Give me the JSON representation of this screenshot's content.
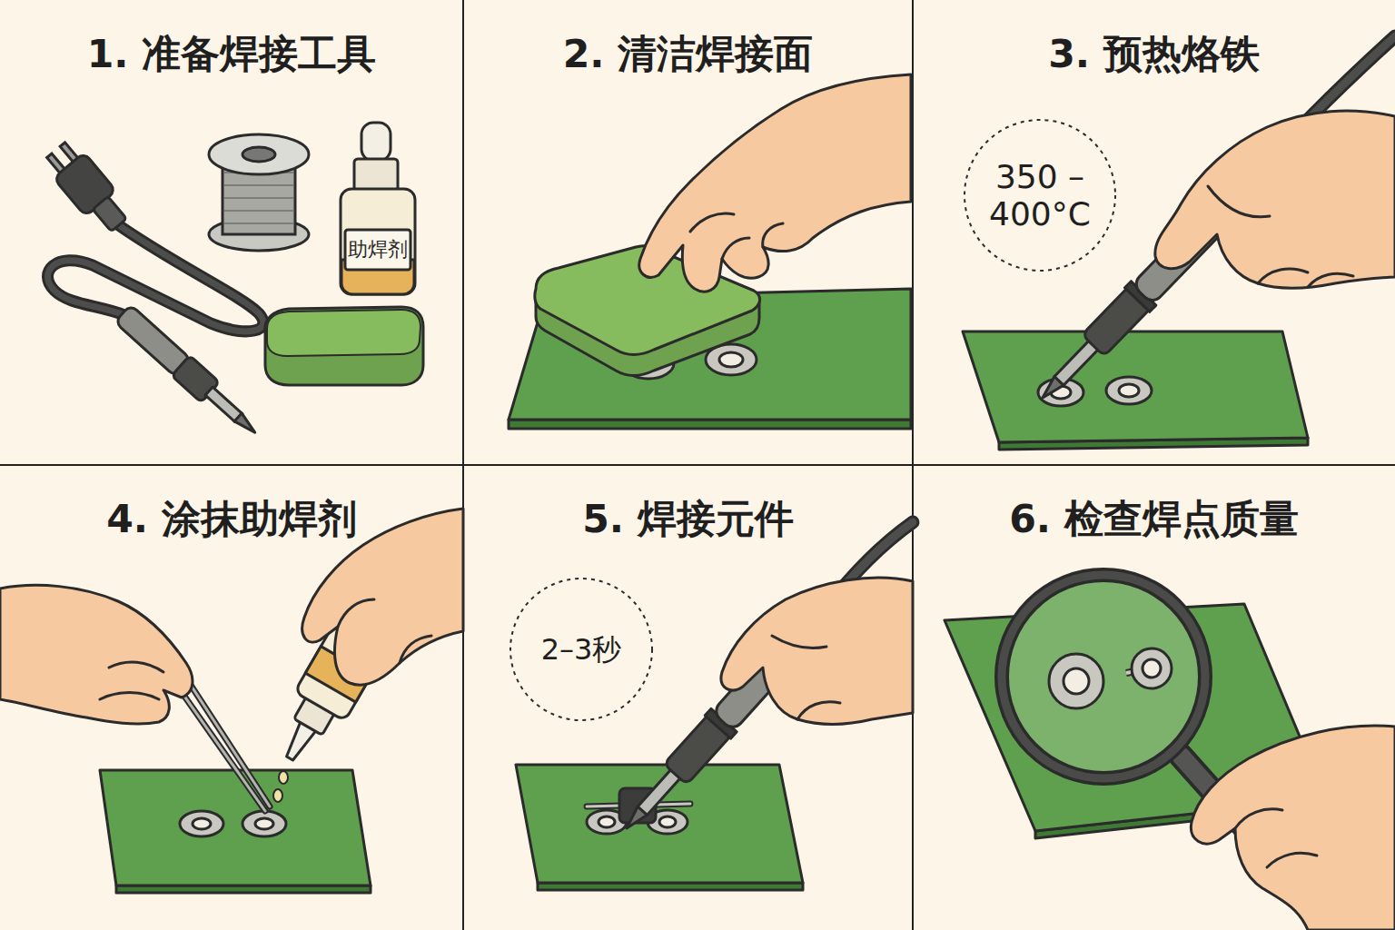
{
  "diagram": {
    "nodes": [
      {
        "text": [
          "1. 准备焊接工具"
        ]
      },
      {
        "text": [
          "2. 清洁焊接面"
        ]
      },
      {
        "text": [
          "3. 预热烙铁"
        ]
      },
      {
        "text": [
          "350 – 400°C"
        ],
        "in": 2
      },
      {
        "text": [
          "4. 涂抹助焊剂"
        ]
      },
      {
        "text": [
          "5. 焊接元件"
        ]
      },
      {
        "text": [
          "2–3秒"
        ],
        "in": 5
      },
      {
        "text": [
          "6. 检查焊点质量"
        ]
      }
    ],
    "labels": [
      "助焊剂"
    ]
  }
}
